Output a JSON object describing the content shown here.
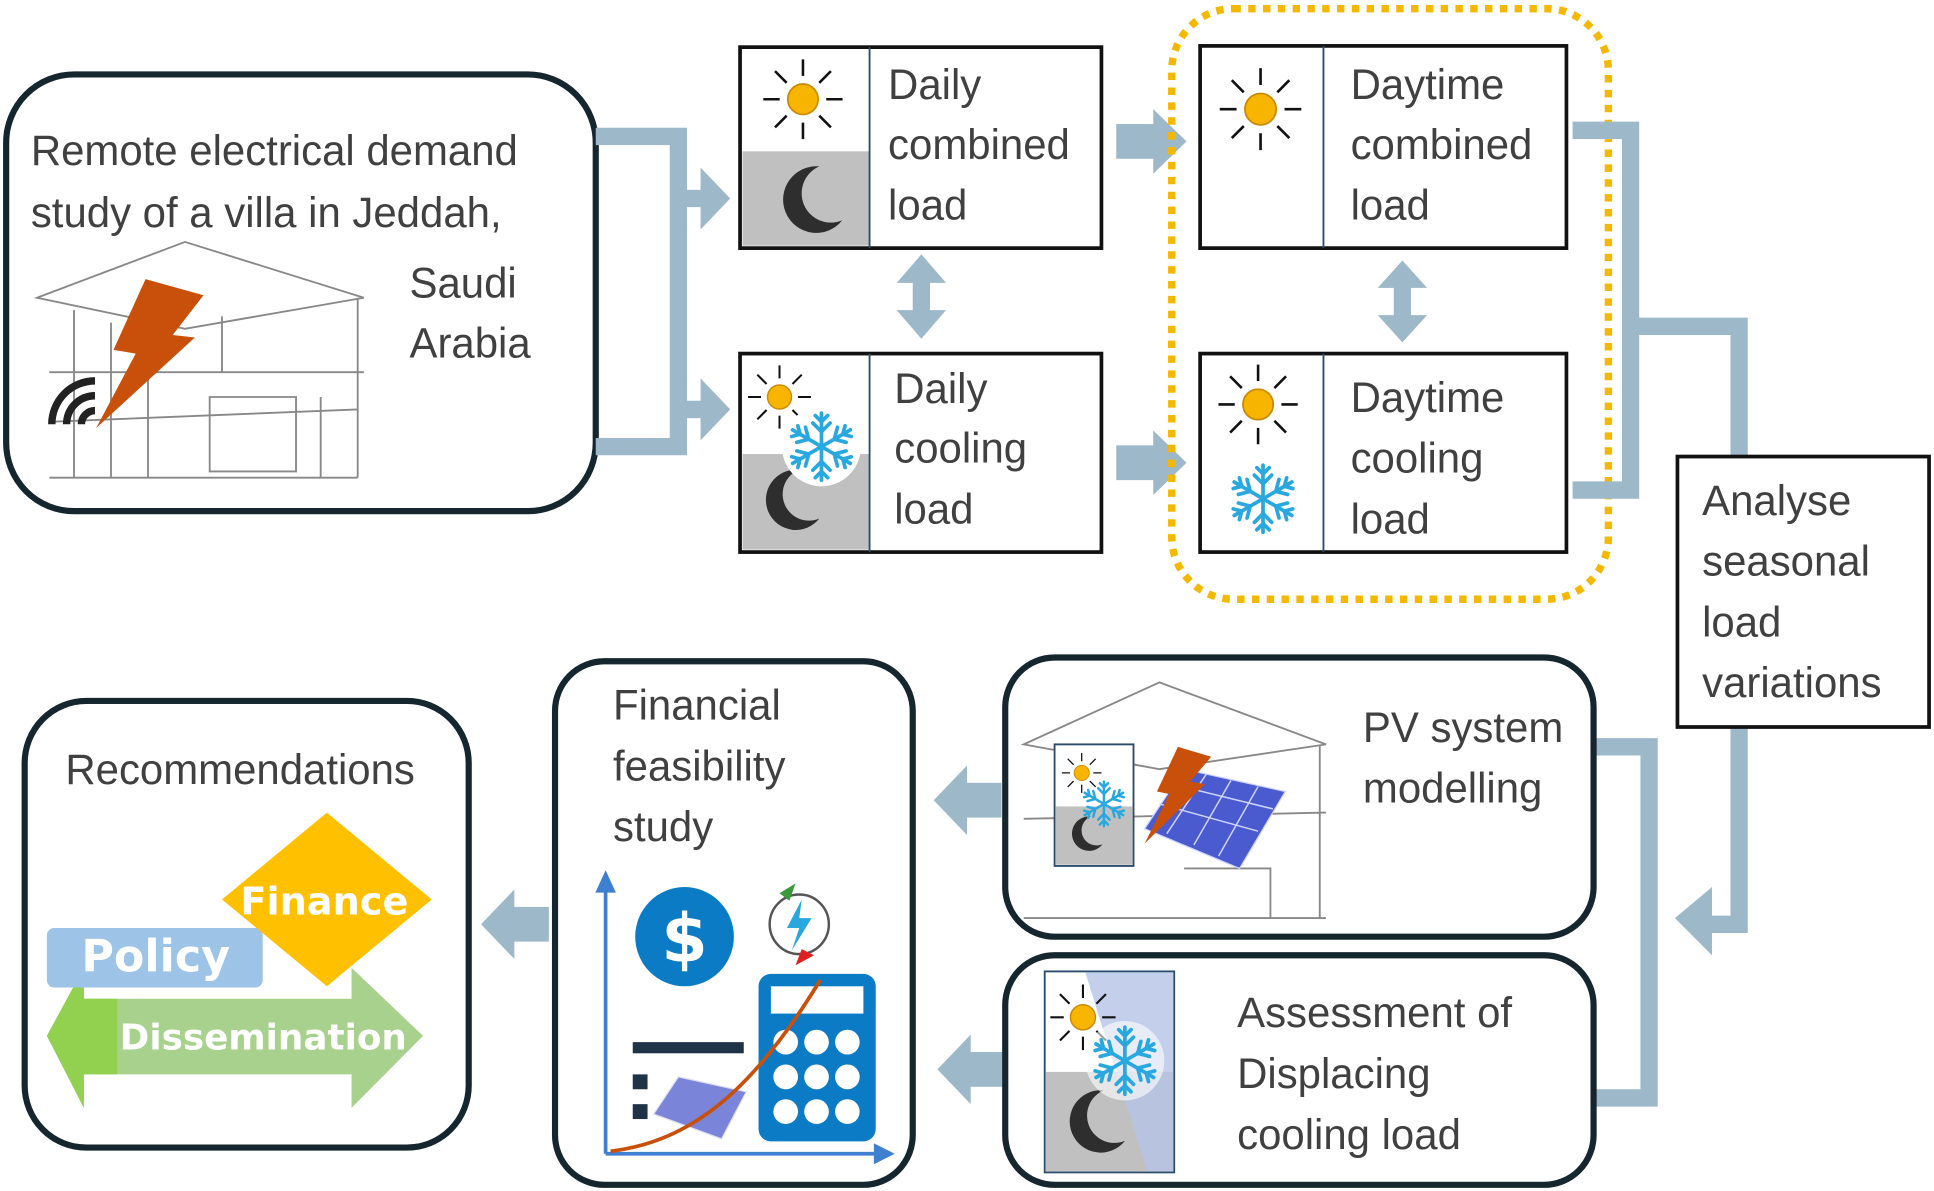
{
  "colors": {
    "flow_arrow": "#9db8c9",
    "highlight_dotted": "#f5b800",
    "lightning": "#c8500a",
    "snowflake": "#29a8e0",
    "sun": "#f7b500",
    "night_panel": "#c0c0c0",
    "finance": "#ffc000",
    "policy": "#9dc3e6",
    "dissemination": "#a9d18e",
    "calculator": "#0a7bc4"
  },
  "icons": {
    "dollar": "$"
  },
  "source": {
    "lines": [
      "Remote electrical demand",
      "study of a villa in Jeddah,",
      "Saudi",
      "Arabia"
    ]
  },
  "daily_combined": {
    "lines": [
      "Daily",
      "combined",
      "load"
    ]
  },
  "daily_cooling": {
    "lines": [
      "Daily",
      "cooling",
      "load"
    ]
  },
  "daytime_combined": {
    "lines": [
      "Daytime",
      "combined",
      "load"
    ]
  },
  "daytime_cooling": {
    "lines": [
      "Daytime",
      "cooling",
      "load"
    ]
  },
  "analyse": {
    "lines": [
      "Analyse",
      "seasonal",
      "load",
      "variations"
    ]
  },
  "pv": {
    "lines": [
      "PV system",
      "modelling"
    ]
  },
  "assessment": {
    "lines": [
      "Assessment of",
      "Displacing",
      "cooling load"
    ]
  },
  "financial": {
    "lines": [
      "Financial",
      "feasibility",
      "study"
    ]
  },
  "recommendations": {
    "title": "Recommendations",
    "finance": "Finance",
    "policy": "Policy",
    "dissemination": "Dissemination"
  }
}
